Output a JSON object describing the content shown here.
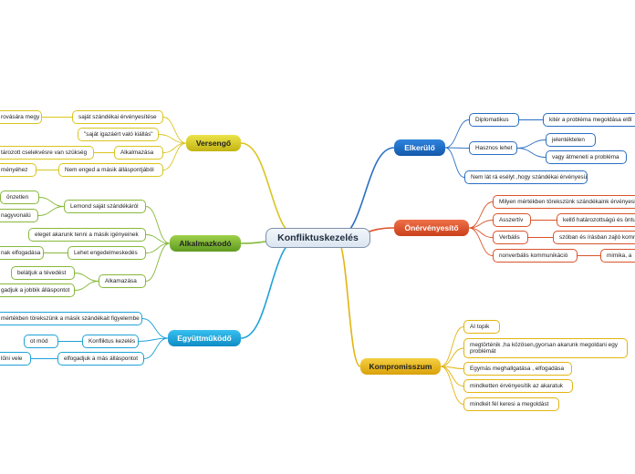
{
  "root": {
    "title": "Konfliktuskezelés"
  },
  "branches": {
    "elkerulo": {
      "label": "Elkerülő",
      "color": "#2a6fc4",
      "children": {
        "diplomatikus": {
          "label": "Diplomatikus",
          "detail": "kitér a probléma megoldása elől"
        },
        "hasznos": {
          "label": "Hasznos lehet",
          "details": [
            "jelentéktelen",
            "vagy átmeneti a probléma"
          ]
        },
        "nem_lat": {
          "label": "Nem lát rá esélyt ,hogy szándékai érvényesüljön"
        }
      }
    },
    "onervenyesito": {
      "label": "Önérvényesítő",
      "color": "#d9542a",
      "children": {
        "milyen": {
          "label": "Milyen mértékben törekszünk szándékaink érvényesí"
        },
        "asszertiv": {
          "label": "Asszertív",
          "detail": "kellő határozottságú és öntu"
        },
        "verbalis": {
          "label": "Verbális",
          "detail": "szóban és írásban zajló komm"
        },
        "nonverbalis": {
          "label": "nonverbális kommunikáció",
          "detail": "mimika, a"
        }
      }
    },
    "kompromisszum": {
      "label": "Kompromisszum",
      "color": "#e3b410",
      "children": [
        "AI topik",
        "megtörténik ,ha közösen,gyorsan akarunk megoldani egy problémát",
        "Egymás meghallgatása , elfogadása",
        "mindketten érvényesítik az akaratuk",
        "mindkét fél keresi a megoldást"
      ]
    },
    "egyuttmukodo": {
      "label": "Együttműködő",
      "color": "#1fa2d8",
      "children": {
        "mertekben": {
          "label": "mértékben törekszünk a másik szándékait figyelembe"
        },
        "konfliktus": {
          "label": "Konfliktus kezelés",
          "detail": "ot mód"
        },
        "elfogadjuk": {
          "label": "elfogadjuk a más álláspontot",
          "detail": "lűni vele"
        }
      }
    },
    "alkalmazkodo": {
      "label": "Alkalmazkodó",
      "color": "#86b83a",
      "children": {
        "lemond": {
          "label": "Lemond saját szándékáról",
          "details": [
            "önzetlen",
            "nagyvonalú"
          ]
        },
        "eleget": {
          "label": "eleget akarunk tenni a másik igényeinek"
        },
        "lehet": {
          "label": "Lehet engedelmeskedés",
          "detail": "nak elfogadása"
        },
        "alkamazasa": {
          "label": "Alkamazása",
          "details": [
            "belátjuk a tévedést",
            "gadjuk a jobbik álláspontot"
          ]
        }
      }
    },
    "versengo": {
      "label": "Versengő",
      "color": "#d9c520",
      "children": {
        "sajat": {
          "label": "saját szándékai érvényesítése",
          "detail": "rovására megy"
        },
        "igazaert": {
          "label": "\"saját igazáért való kiállás\""
        },
        "alkalmazasa": {
          "label": "Alkalmazása",
          "detail": "tározott cselekvésre van szükség"
        },
        "nem_enged": {
          "label": "Nem enged a másik álláspontjából",
          "detail": "ményéhez"
        }
      }
    }
  }
}
